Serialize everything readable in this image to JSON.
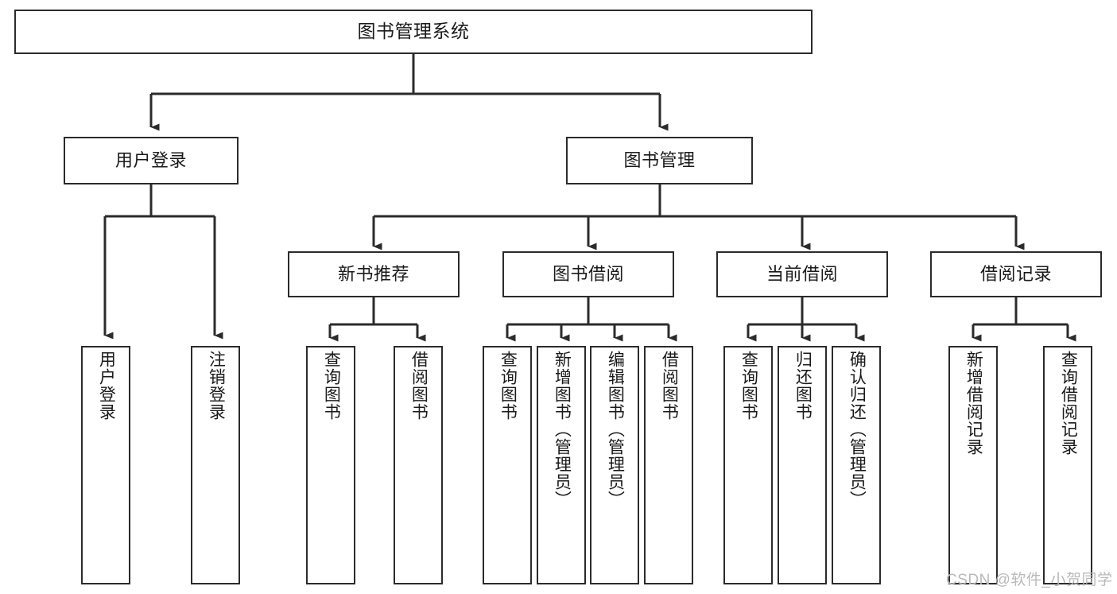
{
  "diagram": {
    "title": "图书管理系统",
    "type": "tree",
    "root": {
      "id": "root",
      "label": "图书管理系统"
    },
    "level1": [
      {
        "id": "user-login",
        "label": "用户登录"
      },
      {
        "id": "book-management",
        "label": "图书管理"
      }
    ],
    "level2": [
      {
        "id": "new-book-recommend",
        "label": "新书推荐",
        "parent": "book-management"
      },
      {
        "id": "book-borrow",
        "label": "图书借阅",
        "parent": "book-management"
      },
      {
        "id": "current-borrow",
        "label": "当前借阅",
        "parent": "book-management"
      },
      {
        "id": "borrow-record",
        "label": "借阅记录",
        "parent": "book-management"
      }
    ],
    "leaves": {
      "user-login": [
        {
          "id": "leaf-user-login",
          "label": "用户登录"
        },
        {
          "id": "leaf-logout-login",
          "label": "注销登录"
        }
      ],
      "new-book-recommend": [
        {
          "id": "leaf-query-book-1",
          "label": "查询图书"
        },
        {
          "id": "leaf-borrow-book-1",
          "label": "借阅图书"
        }
      ],
      "book-borrow": [
        {
          "id": "leaf-query-book-2",
          "label": "查询图书"
        },
        {
          "id": "leaf-add-book",
          "label": "新增图书（管理员）"
        },
        {
          "id": "leaf-edit-book",
          "label": "编辑图书（管理员）"
        },
        {
          "id": "leaf-borrow-book-2",
          "label": "借阅图书"
        }
      ],
      "current-borrow": [
        {
          "id": "leaf-query-book-3",
          "label": "查询图书"
        },
        {
          "id": "leaf-return-book",
          "label": "归还图书"
        },
        {
          "id": "leaf-confirm-return",
          "label": "确认归还（管理员）"
        }
      ],
      "borrow-record": [
        {
          "id": "leaf-add-record",
          "label": "新增借阅记录"
        },
        {
          "id": "leaf-query-record",
          "label": "查询借阅记录"
        }
      ]
    }
  },
  "watermark": {
    "text": "CSDN @软件_小贺同学"
  },
  "colors": {
    "stroke": "#2b2b2b",
    "background": "#ffffff",
    "text": "#1a1a1a",
    "watermark": "#b9b9b9"
  }
}
